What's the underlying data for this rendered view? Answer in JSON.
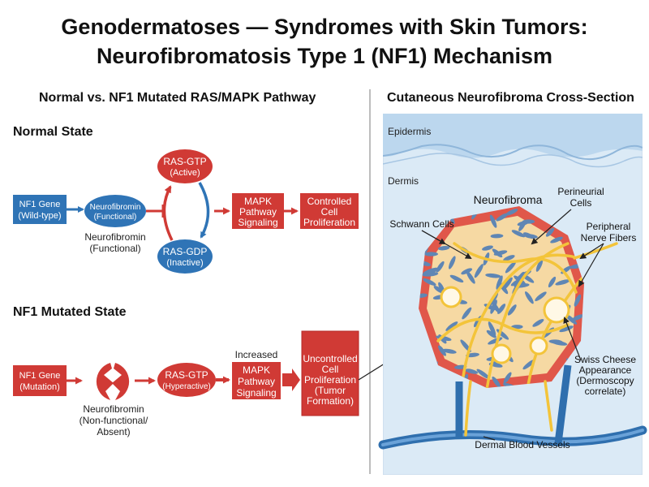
{
  "title": {
    "line1": "Genodermatoses — Syndromes with Skin Tumors:",
    "line2": "Neurofibromatosis Type 1 (NF1) Mechanism"
  },
  "left_panel": {
    "heading": "Normal vs. NF1 Mutated RAS/MAPK Pathway",
    "normal": {
      "label": "Normal State",
      "nf1_gene": [
        "NF1 Gene",
        "(Wild-type)"
      ],
      "neurofibromin": [
        "Neurofibromin",
        "(Functional)"
      ],
      "neurofibromin_caption": [
        "Neurofibromin",
        "(Functional)"
      ],
      "ras_gtp": [
        "RAS-GTP",
        "(Active)"
      ],
      "ras_gdp": [
        "RAS-GDP",
        "(Inactive)"
      ],
      "mapk": [
        "MAPK",
        "Pathway",
        "Signaling"
      ],
      "outcome": [
        "Controlled",
        "Cell",
        "Proliferation"
      ]
    },
    "mutated": {
      "label": "NF1 Mutated State",
      "nf1_gene": [
        "NF1 Gene",
        "(Mutation)"
      ],
      "neurofibromin_caption": [
        "Neurofibromin",
        "(Non-functional/",
        "Absent)"
      ],
      "ras_gtp": [
        "RAS-GTP",
        "(Hyperactive)"
      ],
      "increased": "Increased",
      "mapk": [
        "MAPK",
        "Pathway",
        "Signaling"
      ],
      "outcome": [
        "Uncontrolled",
        "Cell",
        "Proliferation",
        "(Tumor",
        "Formation)"
      ]
    }
  },
  "right_panel": {
    "heading": "Cutaneous Neurofibroma Cross-Section",
    "epidermis": "Epidermis",
    "dermis": "Dermis",
    "neurofibroma": "Neurofibroma",
    "perineurial": [
      "Perineurial",
      "Cells"
    ],
    "schwann": "Schwann Cells",
    "peripheral": [
      "Peripheral",
      "Nerve Fibers"
    ],
    "swiss": [
      "Swiss Cheese",
      "Appearance",
      "(Dermoscopy",
      "correlate)"
    ],
    "vessels": "Dermal Blood Vessels"
  },
  "colors": {
    "blue": "#2f74b6",
    "red": "#d03a35",
    "skin": "#dbeaf6",
    "tumor_fill": "#f6d9a3",
    "tumor_border": "#e0574a",
    "nerve": "#f3c43a",
    "cell": "#5f86b4",
    "vessel": "#2f6fae"
  }
}
